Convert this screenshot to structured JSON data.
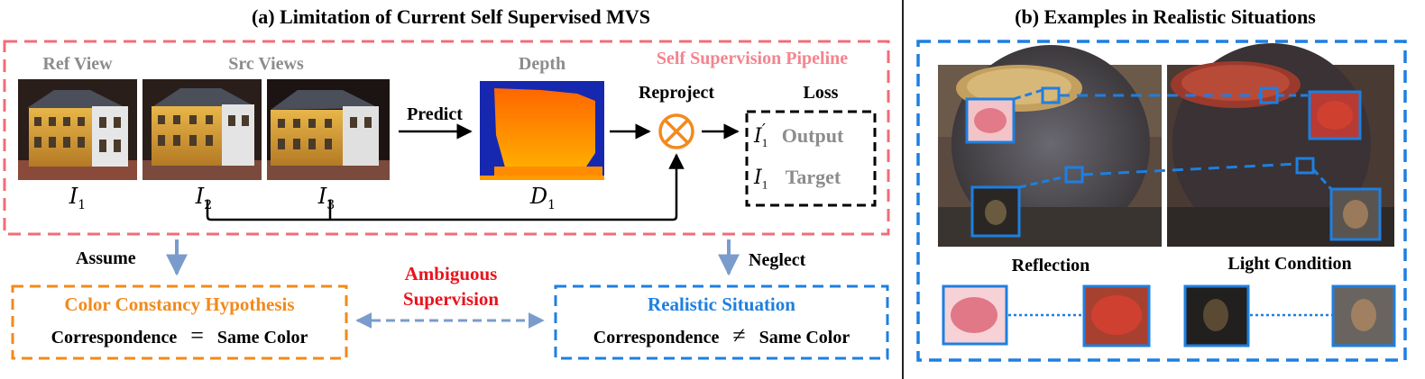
{
  "panel_a": {
    "title": "(a) Limitation of Current Self Supervised MVS",
    "pipeline_label": "Self Supervision Pipeline",
    "ref_view_label": "Ref View",
    "src_views_label": "Src Views",
    "depth_label": "Depth",
    "predict_label": "Predict",
    "reproject_label": "Reproject",
    "loss_label": "Loss",
    "i1": "I",
    "i1_sub": "1",
    "i2": "I",
    "i2_sub": "2",
    "i3": "I",
    "i3_sub": "3",
    "d1": "D",
    "d1_sub": "1",
    "loss_output_var": "I",
    "loss_output_sub": "1",
    "loss_output_prime": "′",
    "loss_output_text": "Output",
    "loss_target_var": "I",
    "loss_target_sub": "1",
    "loss_target_text": "Target",
    "assume_label": "Assume",
    "neglect_label": "Neglect",
    "ambiguous_line1": "Ambiguous",
    "ambiguous_line2": "Supervision",
    "hypothesis_title": "Color Constancy Hypothesis",
    "hypothesis_left": "Correspondence",
    "hypothesis_sign": "=",
    "hypothesis_right": "Same Color",
    "realistic_title": "Realistic Situation",
    "realistic_left": "Correspondence",
    "realistic_sign": "≠",
    "realistic_right": "Same Color"
  },
  "panel_b": {
    "title": "(b) Examples in Realistic Situations",
    "reflection_label": "Reflection",
    "light_label": "Light Condition"
  },
  "colors": {
    "pink_dashed": "#f06d78",
    "pipeline_text": "#f4848e",
    "blue": "#1e7fe0",
    "orange": "#f28a1c",
    "red": "#e8141e",
    "arrow_blue": "#7a9ccc",
    "reproject_orange": "#f28a1c"
  }
}
